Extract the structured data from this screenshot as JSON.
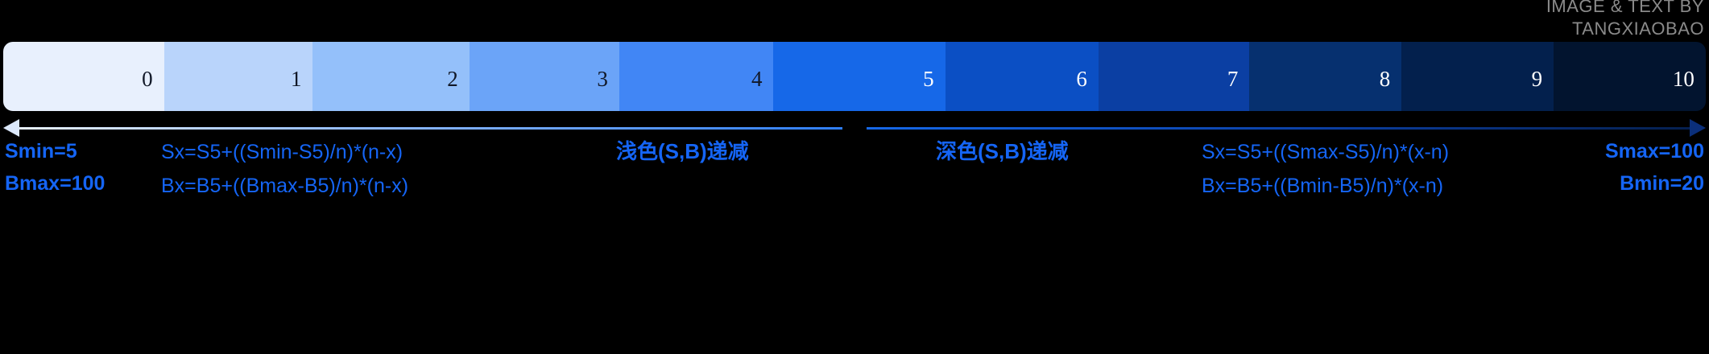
{
  "watermark": {
    "line1": "IMAGE & TEXT BY",
    "line2": "TANGXIAOBAO"
  },
  "ramp": {
    "swatches": [
      {
        "label": "0",
        "color": "#e8f0fd",
        "text_color": "#111827",
        "width": 148
      },
      {
        "label": "1",
        "color": "#b9d4fb",
        "text_color": "#111827",
        "width": 137
      },
      {
        "label": "2",
        "color": "#94c0fa",
        "text_color": "#111827",
        "width": 144
      },
      {
        "label": "3",
        "color": "#6ba4f8",
        "text_color": "#111827",
        "width": 138
      },
      {
        "label": "4",
        "color": "#4186f5",
        "text_color": "#111827",
        "width": 142
      },
      {
        "label": "5",
        "color": "#1668e8",
        "text_color": "#ffffff",
        "width": 158
      },
      {
        "label": "6",
        "color": "#0b4fc4",
        "text_color": "#ffffff",
        "width": 141
      },
      {
        "label": "7",
        "color": "#0b3fa3",
        "text_color": "#ffffff",
        "width": 139
      },
      {
        "label": "8",
        "color": "#06306f",
        "text_color": "#ffffff",
        "width": 140
      },
      {
        "label": "9",
        "color": "#03204d",
        "text_color": "#ffffff",
        "width": 140
      },
      {
        "label": "10",
        "color": "#02142f",
        "text_color": "#ffffff",
        "width": 140
      }
    ]
  },
  "arrow": {
    "left_direction": "left",
    "right_direction": "right"
  },
  "annotations": {
    "left": {
      "line1": "Smin=5",
      "line2": "Bmax=100"
    },
    "formula_left": {
      "line1": "Sx=S5+((Smin-S5)/n)*(n-x)",
      "line2": "Bx=B5+((Bmax-B5)/n)*(n-x)"
    },
    "cn_left": "浅色(S,B)递减",
    "cn_right": "深色(S,B)递减",
    "formula_right": {
      "line1": "Sx=S5+((Smax-S5)/n)*(x-n)",
      "line2": "Bx=B5+((Bmin-B5)/n)*(x-n)"
    },
    "right": {
      "line1": "Smax=100",
      "line2": "Bmin=20"
    }
  },
  "colors": {
    "accent_text": "#1565f5",
    "background": "#000000",
    "watermark": "#8a8a8a"
  }
}
